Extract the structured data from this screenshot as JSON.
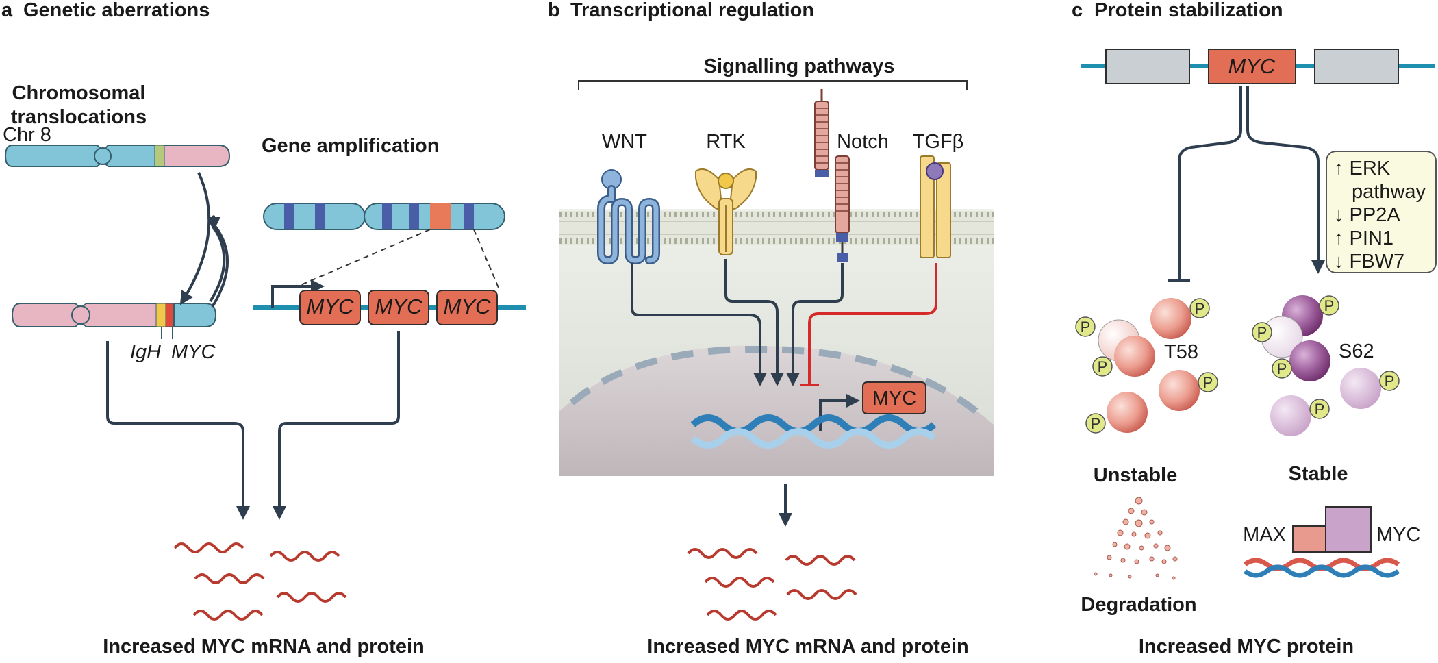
{
  "panels": {
    "a": {
      "letter": "a",
      "title": "Genetic aberrations",
      "translocations_title_line1": "Chromosomal",
      "translocations_title_line2": "translocations",
      "chr_label": "Chr 8",
      "igh_label": "IgH",
      "myc_label": "MYC",
      "amplification_title": "Gene amplification",
      "myc_copies": [
        "MYC",
        "MYC",
        "MYC"
      ],
      "footer": "Increased MYC mRNA and protein"
    },
    "b": {
      "letter": "b",
      "title": "Transcriptional regulation",
      "signalling_title": "Signalling pathways",
      "receptors": [
        "WNT",
        "RTK",
        "Notch",
        "TGFβ"
      ],
      "myc_box": "MYC",
      "footer": "Increased MYC mRNA and protein"
    },
    "c": {
      "letter": "c",
      "title": "Protein stabilization",
      "gene_label": "MYC",
      "stabilizers": [
        "↑ ERK",
        "pathway",
        "↓ PP2A",
        "↑ PIN1",
        "↓ FBW7"
      ],
      "phospho_label": "P",
      "t58_label": "T58",
      "s62_label": "S62",
      "unstable_label": "Unstable",
      "stable_label": "Stable",
      "degradation_label": "Degradation",
      "max_label": "MAX",
      "myc_label": "MYC",
      "footer": "Increased MYC protein"
    }
  },
  "colors": {
    "chromosome_blue": "#7fc3d6",
    "chromosome_pink": "#e8b4c2",
    "myc_orange": "#e26f55",
    "arrow_dark": "#2e3e4e",
    "inhibit_red": "#d62a2a",
    "cell_gray": "#e8e8e4",
    "dna_blue": "#2e7fb8",
    "pink_protein": "#e89a8e",
    "purple_protein": "#9b5c9a",
    "phospho_yellow": "#e1e88a"
  }
}
